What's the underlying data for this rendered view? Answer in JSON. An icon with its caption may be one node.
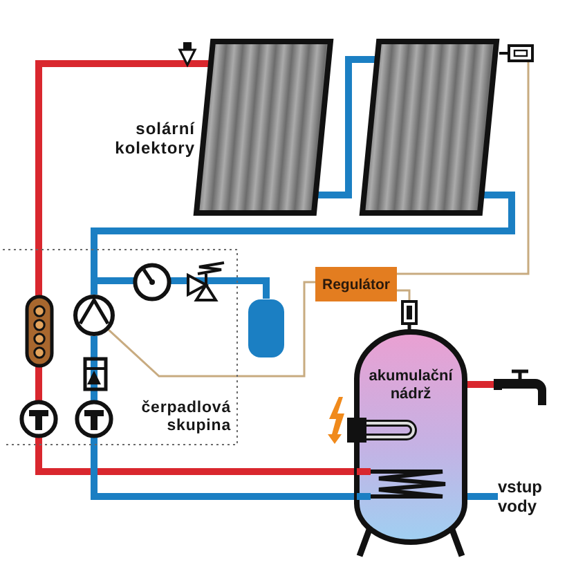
{
  "diagram": {
    "nodes": [
      {
        "text": [],
        "shape": "box",
        "beside": [
          "solární kolektory"
        ]
      },
      {
        "text": [],
        "shape": "box"
      },
      {
        "text": [],
        "shape": "box"
      },
      {
        "text": [
          "čerpadlová skupina"
        ]
      },
      {
        "text": [],
        "shape": "circle",
        "in": 3
      },
      {
        "text": [],
        "shape": "cylinder"
      },
      {
        "text": [
          "Regulátor"
        ]
      },
      {
        "text": [],
        "shape": "box"
      },
      {
        "text": [
          "akumulační nádrž"
        ]
      },
      {
        "text": [],
        "shape": "picture"
      },
      {
        "text": [
          "vstup vody"
        ]
      }
    ],
    "edges": [
      {
        "from": 0,
        "to": 8,
        "arrow": "none",
        "color": "#d9272e"
      },
      {
        "from": 8,
        "to": 4,
        "arrow": "to"
      },
      {
        "from": 4,
        "to": 1,
        "arrow": "none"
      },
      {
        "from": 0,
        "to": 1,
        "arrow": "none"
      },
      {
        "from": 4,
        "to": 5,
        "arrow": "none"
      },
      {
        "from": 8,
        "to": 9,
        "arrow": "none",
        "color": "#d9272e"
      },
      {
        "from": 10,
        "to": 8,
        "arrow": "none"
      },
      {
        "from": 6,
        "to": 4,
        "arrow": "none",
        "color": "#c8ab80"
      },
      {
        "from": 6,
        "to": 2,
        "arrow": "none",
        "color": "#c8ab80"
      },
      {
        "from": 6,
        "to": 7,
        "arrow": "none",
        "color": "#c8ab80"
      }
    ]
  }
}
